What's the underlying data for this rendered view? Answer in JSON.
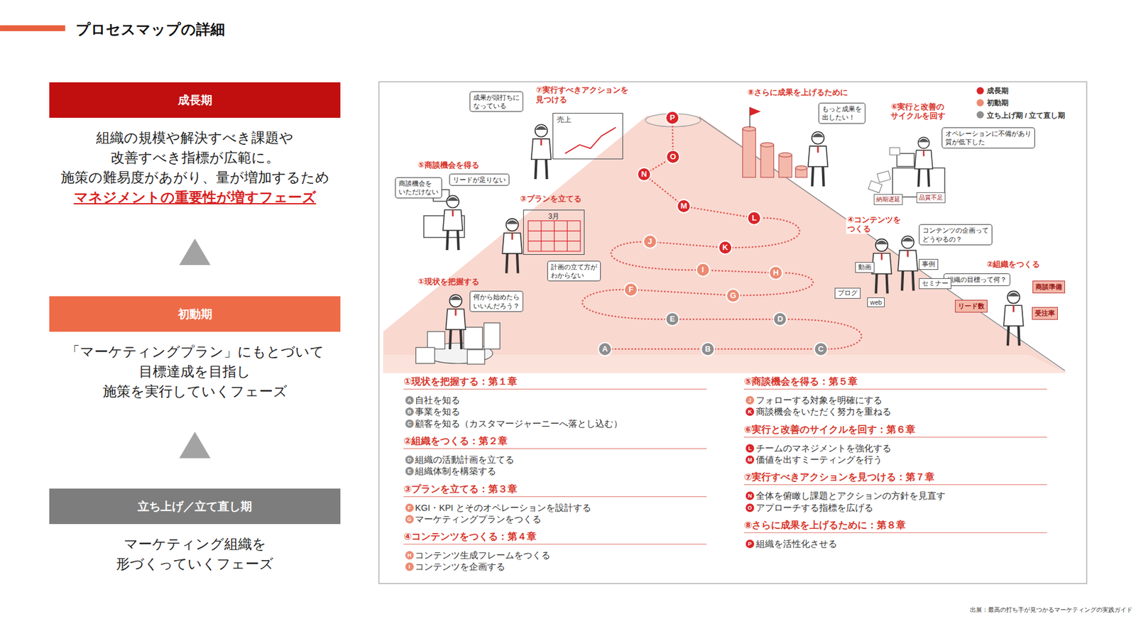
{
  "diagram": {
    "title": "プロセスマップの詳細",
    "caption": "出展：最高の打ち手が見つかるマーケティングの実践ガイド",
    "nodes": [
      {
        "text": [
          "成長期",
          "組織の規模や解決すべき課題や 改善すべき指標が広範に。 施策の難易度があがり、量が増加するため",
          "マネジメントの重要性が増すフェーズ"
        ]
      },
      {
        "text": [
          "初動期",
          "「マーケティングプラン」にもとづいて 目標達成を目指し 施策を実行していくフェーズ"
        ]
      },
      {
        "text": [
          "立ち上げ／立て直し期",
          "マーケティング組織を 形づくっていくフェーズ"
        ]
      },
      {
        "text": [
          "成果が頭打ちに なっている"
        ]
      },
      {
        "text": [
          "もっと成果を 出したい！"
        ]
      },
      {
        "text": [
          "オペレーションに不備があり 質が低下した"
        ]
      },
      {
        "text": [
          "リードが足りない"
        ]
      },
      {
        "text": [
          "商談機会を いただけない"
        ]
      },
      {
        "text": [
          "コンテンツの企画って どうやるの？"
        ]
      },
      {
        "text": [
          "計画の立て方が わからない"
        ]
      },
      {
        "text": [
          "組織の目標って何？"
        ]
      },
      {
        "text": [
          "何から始めたら いいんだろう？"
        ]
      },
      {
        "text": [
          "A"
        ]
      },
      {
        "text": [
          "B"
        ]
      },
      {
        "text": [
          "C"
        ]
      },
      {
        "text": [
          "D"
        ]
      },
      {
        "text": [
          "E"
        ]
      },
      {
        "text": [
          "F"
        ]
      },
      {
        "text": [
          "G"
        ]
      },
      {
        "text": [
          "H"
        ]
      },
      {
        "text": [
          "I"
        ]
      },
      {
        "text": [
          "J"
        ]
      },
      {
        "text": [
          "K"
        ]
      },
      {
        "text": [
          "L"
        ]
      },
      {
        "text": [
          "M"
        ]
      },
      {
        "text": [
          "N"
        ]
      },
      {
        "text": [
          "O"
        ]
      },
      {
        "text": [
          "P"
        ]
      },
      {
        "text": [
          "リード数"
        ]
      },
      {
        "text": [
          "商談準備"
        ]
      },
      {
        "text": [
          "受注率"
        ]
      },
      {
        "text": [
          "動画"
        ]
      },
      {
        "text": [
          "ブログ"
        ]
      },
      {
        "text": [
          "web"
        ]
      },
      {
        "text": [
          "事例"
        ]
      },
      {
        "text": [
          "セミナー"
        ]
      },
      {
        "text": [
          "納期遅延"
        ]
      },
      {
        "text": [
          "品質不足"
        ]
      },
      {
        "text": [
          "売上"
        ]
      },
      {
        "text": [
          "3月"
        ]
      }
    ],
    "edges": [
      {
        "from": 1,
        "to": 0,
        "arrow": "to"
      },
      {
        "from": 2,
        "to": 1,
        "arrow": "to"
      },
      {
        "from": 12,
        "to": 13,
        "arrow": "none"
      },
      {
        "from": 13,
        "to": 14,
        "arrow": "none"
      },
      {
        "from": 14,
        "to": 15,
        "arrow": "none"
      },
      {
        "from": 15,
        "to": 16,
        "arrow": "none"
      },
      {
        "from": 16,
        "to": 17,
        "arrow": "none"
      },
      {
        "from": 17,
        "to": 18,
        "arrow": "none"
      },
      {
        "from": 18,
        "to": 19,
        "arrow": "none"
      },
      {
        "from": 19,
        "to": 20,
        "arrow": "none"
      },
      {
        "from": 20,
        "to": 21,
        "arrow": "none"
      },
      {
        "from": 21,
        "to": 22,
        "arrow": "none"
      },
      {
        "from": 22,
        "to": 23,
        "arrow": "none"
      },
      {
        "from": 23,
        "to": 24,
        "arrow": "none"
      },
      {
        "from": 24,
        "to": 25,
        "arrow": "none"
      },
      {
        "from": 25,
        "to": 26,
        "arrow": "none"
      },
      {
        "from": 26,
        "to": 27,
        "arrow": "none"
      }
    ],
    "labels": [
      "①現状を把握する",
      "②組織をつくる",
      "③プランを立てる",
      "④コンテンツを つくる",
      "⑤商談機会を得る",
      "⑥実行と改善の サイクルを回す",
      "⑦実行すべきアクションを 見つける",
      "⑧さらに成果を上げるために",
      "①現状を把握する：第１章",
      "A",
      "自社を知る",
      "B",
      "事業を知る",
      "C",
      "顧客を知る（カスタマージャーニーへ落とし込む）",
      "②組織をつくる：第２章",
      "D",
      "組織の活動計画を立てる",
      "E",
      "組織体制を構築する",
      "③プランを立てる：第３章",
      "F",
      "KGI・KPI とそのオペレーションを設計する",
      "G",
      "マーケティングプランをつくる",
      "④コンテンツをつくる：第４章",
      "H",
      "コンテンツ生成フレームをつくる",
      "I",
      "コンテンツを企画する",
      "⑤商談機会を得る：第５章",
      "J",
      "フォローする対象を明確にする",
      "K",
      "商談機会をいただく努力を重ねる",
      "⑥実行と改善のサイクルを回す：第６章",
      "L",
      "チームのマネジメントを強化する",
      "M",
      "価値を出すミーティングを行う",
      "⑦実行すべきアクションを見つける：第７章",
      "N",
      "全体を俯瞰し課題とアクションの方針を見直す",
      "O",
      "アプローチする指標を広げる",
      "⑧さらに成果を上げるために：第８章",
      "P",
      "組織を活性化させる"
    ],
    "legend": [
      {
        "text": "成長期",
        "color": "#d9252a"
      },
      {
        "text": "初動期",
        "color": "#ec8a72"
      },
      {
        "text": "立ち上げ期 / 立て直し期",
        "color": "#8e8e8e"
      }
    ]
  }
}
